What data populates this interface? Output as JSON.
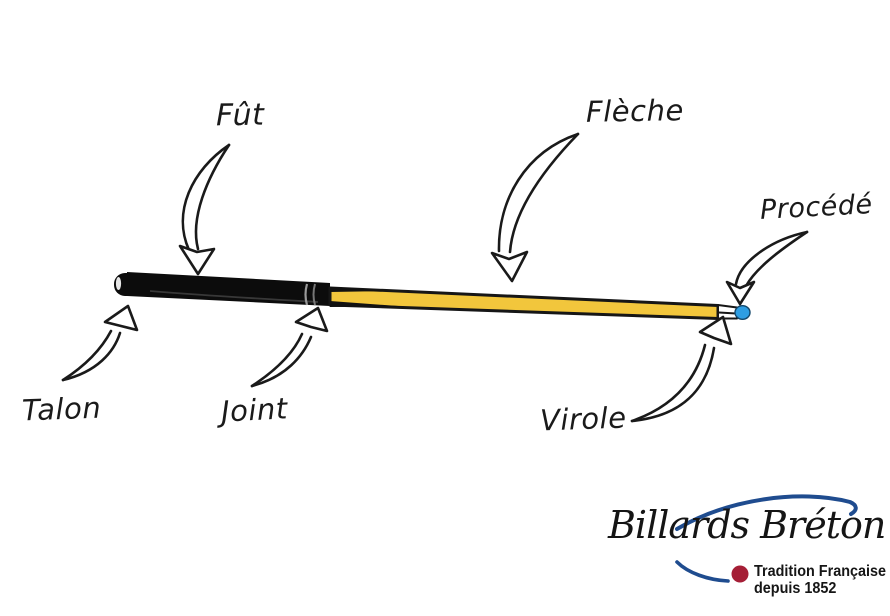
{
  "diagram": {
    "title_hidden": "",
    "labels": [
      {
        "id": "fut",
        "text": "Fût"
      },
      {
        "id": "fleche",
        "text": "Flèche"
      },
      {
        "id": "procede",
        "text": "Procédé"
      },
      {
        "id": "talon",
        "text": "Talon"
      },
      {
        "id": "joint",
        "text": "Joint"
      },
      {
        "id": "virole",
        "text": "Virole"
      }
    ],
    "cue_colors": {
      "butt": "#0c0c0c",
      "shaft": "#F2C63C",
      "ferrule": "#ffffff",
      "tip": "#2E9EE3",
      "outline": "#161616"
    }
  },
  "logo": {
    "brand": "Billards Bréton",
    "tagline_line1": "Tradition Française",
    "tagline_line2": "depuis 1852",
    "colors": {
      "swoosh": "#1F4C8F",
      "dot": "#A51E36",
      "script": "#151515",
      "tagline": "#161616"
    }
  }
}
